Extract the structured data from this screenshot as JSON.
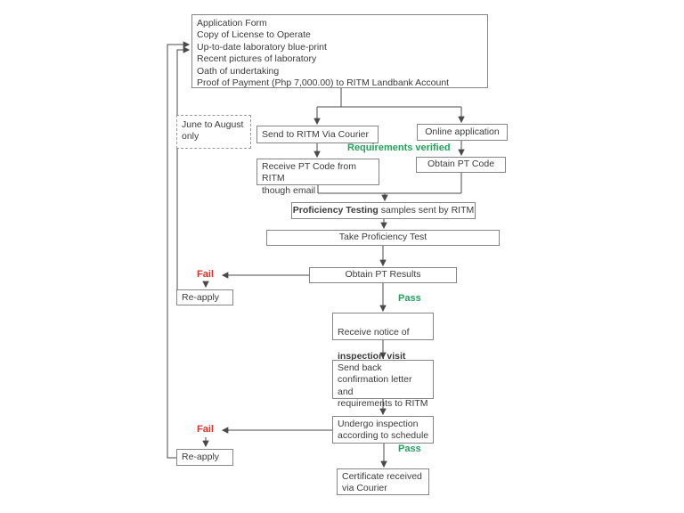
{
  "colors": {
    "green": "#21a35a",
    "red": "#e03028",
    "box_border": "#858585",
    "connector": "#4a4a4a",
    "text": "#3b3b3b"
  },
  "boxes": {
    "requirements": {
      "lines": [
        "Application Form",
        "Copy of License to Operate",
        "Up-to-date laboratory blue-print",
        "Recent pictures of laboratory",
        "Oath of undertaking",
        "Proof of Payment (Php 7,000.00)  to RITM Landbank Account"
      ]
    },
    "june_august": {
      "label": "June to August only"
    },
    "send_courier": {
      "label": "Send to RITM Via Courier"
    },
    "online_application": {
      "label": "Online application"
    },
    "receive_pt_code": {
      "lines": [
        "Receive PT Code from RITM",
        "though email"
      ]
    },
    "obtain_pt_code": {
      "label": "Obtain PT Code"
    },
    "pt_samples": {
      "bold": "Proficiency Testing",
      "rest": " samples sent by RITM"
    },
    "take_pt": {
      "label": "Take Proficiency Test"
    },
    "obtain_results": {
      "label": "Obtain PT Results"
    },
    "notice": {
      "line1": "Receive notice of",
      "line2_bold": "inspection visit"
    },
    "send_back": {
      "lines": [
        "Send back",
        "confirmation letter and",
        "requirements  to RITM"
      ]
    },
    "undergo": {
      "lines": [
        "Undergo inspection",
        "according to schedule"
      ]
    },
    "certificate": {
      "lines": [
        "Certificate received",
        "via Courier"
      ]
    },
    "reapply1": {
      "label": "Re-apply"
    },
    "reapply2": {
      "label": "Re-apply"
    }
  },
  "labels": {
    "requirements_verified": "Requirements verified",
    "fail1": "Fail",
    "pass1": "Pass",
    "fail2": "Fail",
    "pass2": "Pass"
  }
}
